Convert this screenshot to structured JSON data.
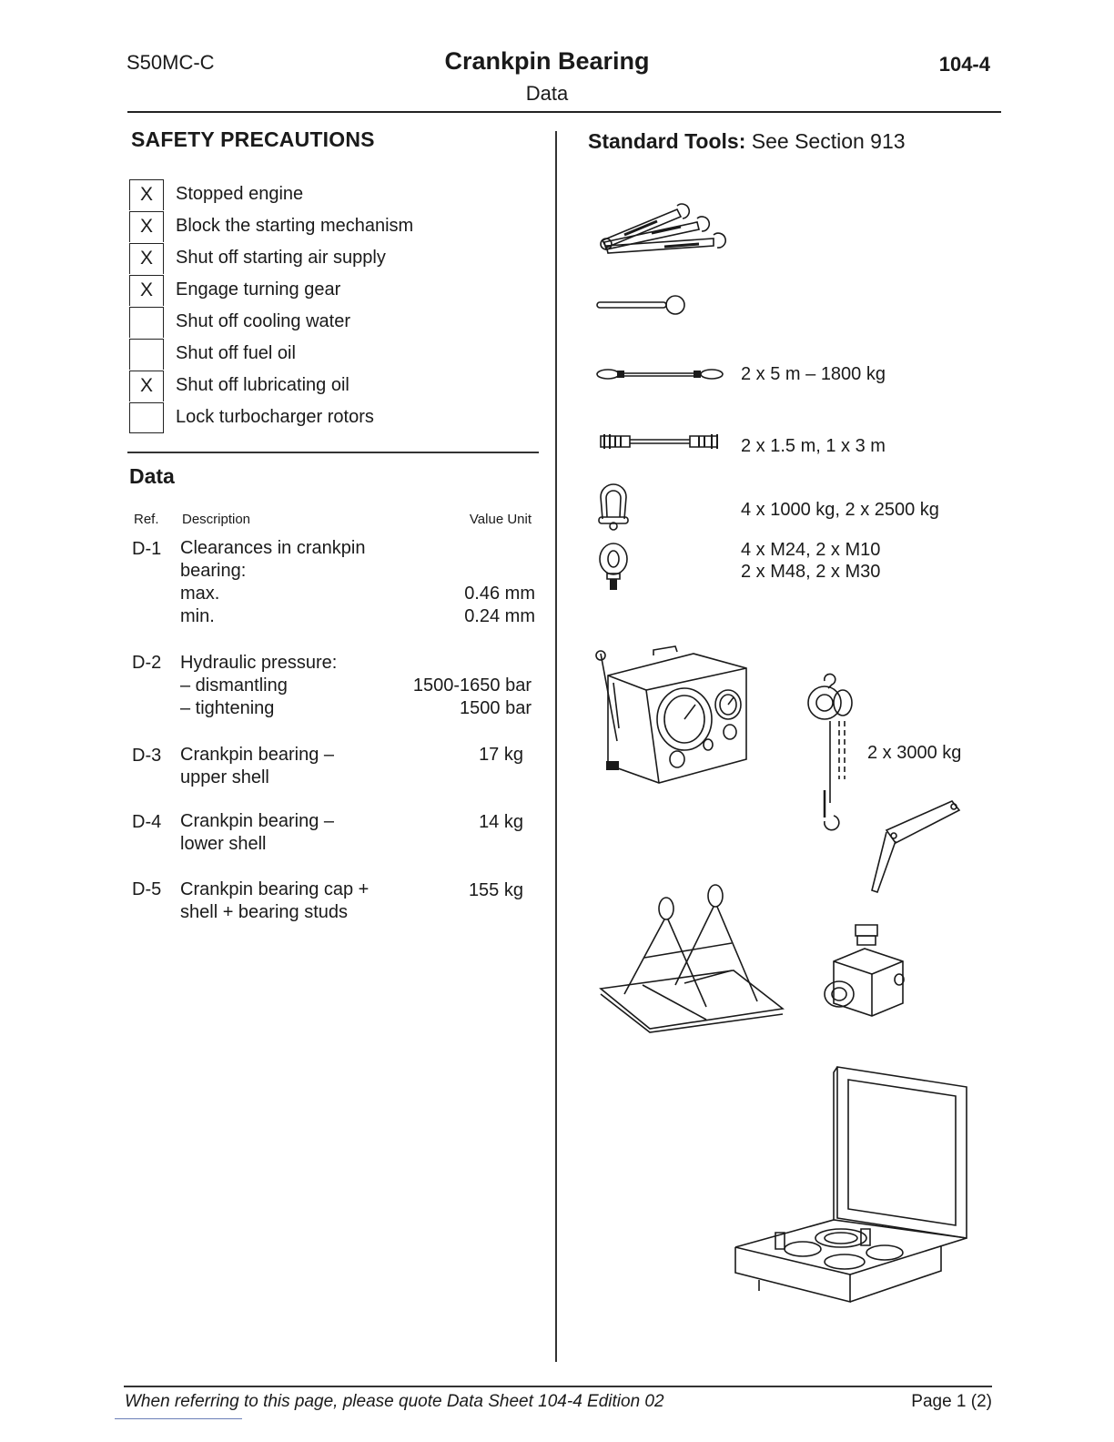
{
  "header": {
    "engine": "S50MC-C",
    "title": "Crankpin Bearing",
    "subtitle": "Data",
    "number": "104-4"
  },
  "safety": {
    "title": "SAFETY PRECAUTIONS",
    "items": [
      {
        "mark": "X",
        "label": "Stopped engine"
      },
      {
        "mark": "X",
        "label": "Block the starting mechanism"
      },
      {
        "mark": "X",
        "label": "Shut off starting air supply"
      },
      {
        "mark": "X",
        "label": "Engage turning gear"
      },
      {
        "mark": "",
        "label": "Shut off cooling water"
      },
      {
        "mark": "",
        "label": "Shut off fuel oil"
      },
      {
        "mark": "X",
        "label": "Shut off lubricating oil"
      },
      {
        "mark": "",
        "label": "Lock turbocharger rotors"
      }
    ]
  },
  "data_section": {
    "title": "Data",
    "columns": {
      "ref": "Ref.",
      "description": "Description",
      "value_unit": "Value Unit"
    },
    "rows": [
      {
        "ref": "D-1",
        "lines": [
          "Clearances in crankpin",
          "bearing:",
          "max.",
          "min."
        ],
        "values": [
          "",
          "",
          "0.46 mm",
          "0.24 mm"
        ]
      },
      {
        "ref": "D-2",
        "lines": [
          "Hydraulic pressure:",
          "– dismantling",
          "– tightening"
        ],
        "values": [
          "",
          "1500-1650 bar",
          "1500 bar"
        ]
      },
      {
        "ref": "D-3",
        "lines": [
          "Crankpin bearing –",
          "upper shell"
        ],
        "values": [
          "17 kg",
          ""
        ]
      },
      {
        "ref": "D-4",
        "lines": [
          "Crankpin bearing –",
          "lower shell"
        ],
        "values": [
          "14 kg",
          ""
        ]
      },
      {
        "ref": "D-5",
        "lines": [
          "Crankpin bearing cap +",
          "shell + bearing studs"
        ],
        "values": [
          "155 kg",
          ""
        ]
      }
    ]
  },
  "tools": {
    "title_bold": "Standard Tools:",
    "title_rest": " See Section 913",
    "labels": {
      "wire_ropes": "2 x 5 m – 1800 kg",
      "chains": "2 x 1.5 m, 1 x 3 m",
      "shackles": "4 x 1000 kg, 2 x 2500 kg",
      "eye_bolts_1": "4 x M24, 2 x M10",
      "eye_bolts_2": "2 x M48, 2 x M30",
      "chain_block": "2 x 3000 kg"
    }
  },
  "footer": {
    "note": "When referring to this page, please quote Data Sheet 104-4 Edition 02",
    "page": "Page 1 (2)"
  }
}
